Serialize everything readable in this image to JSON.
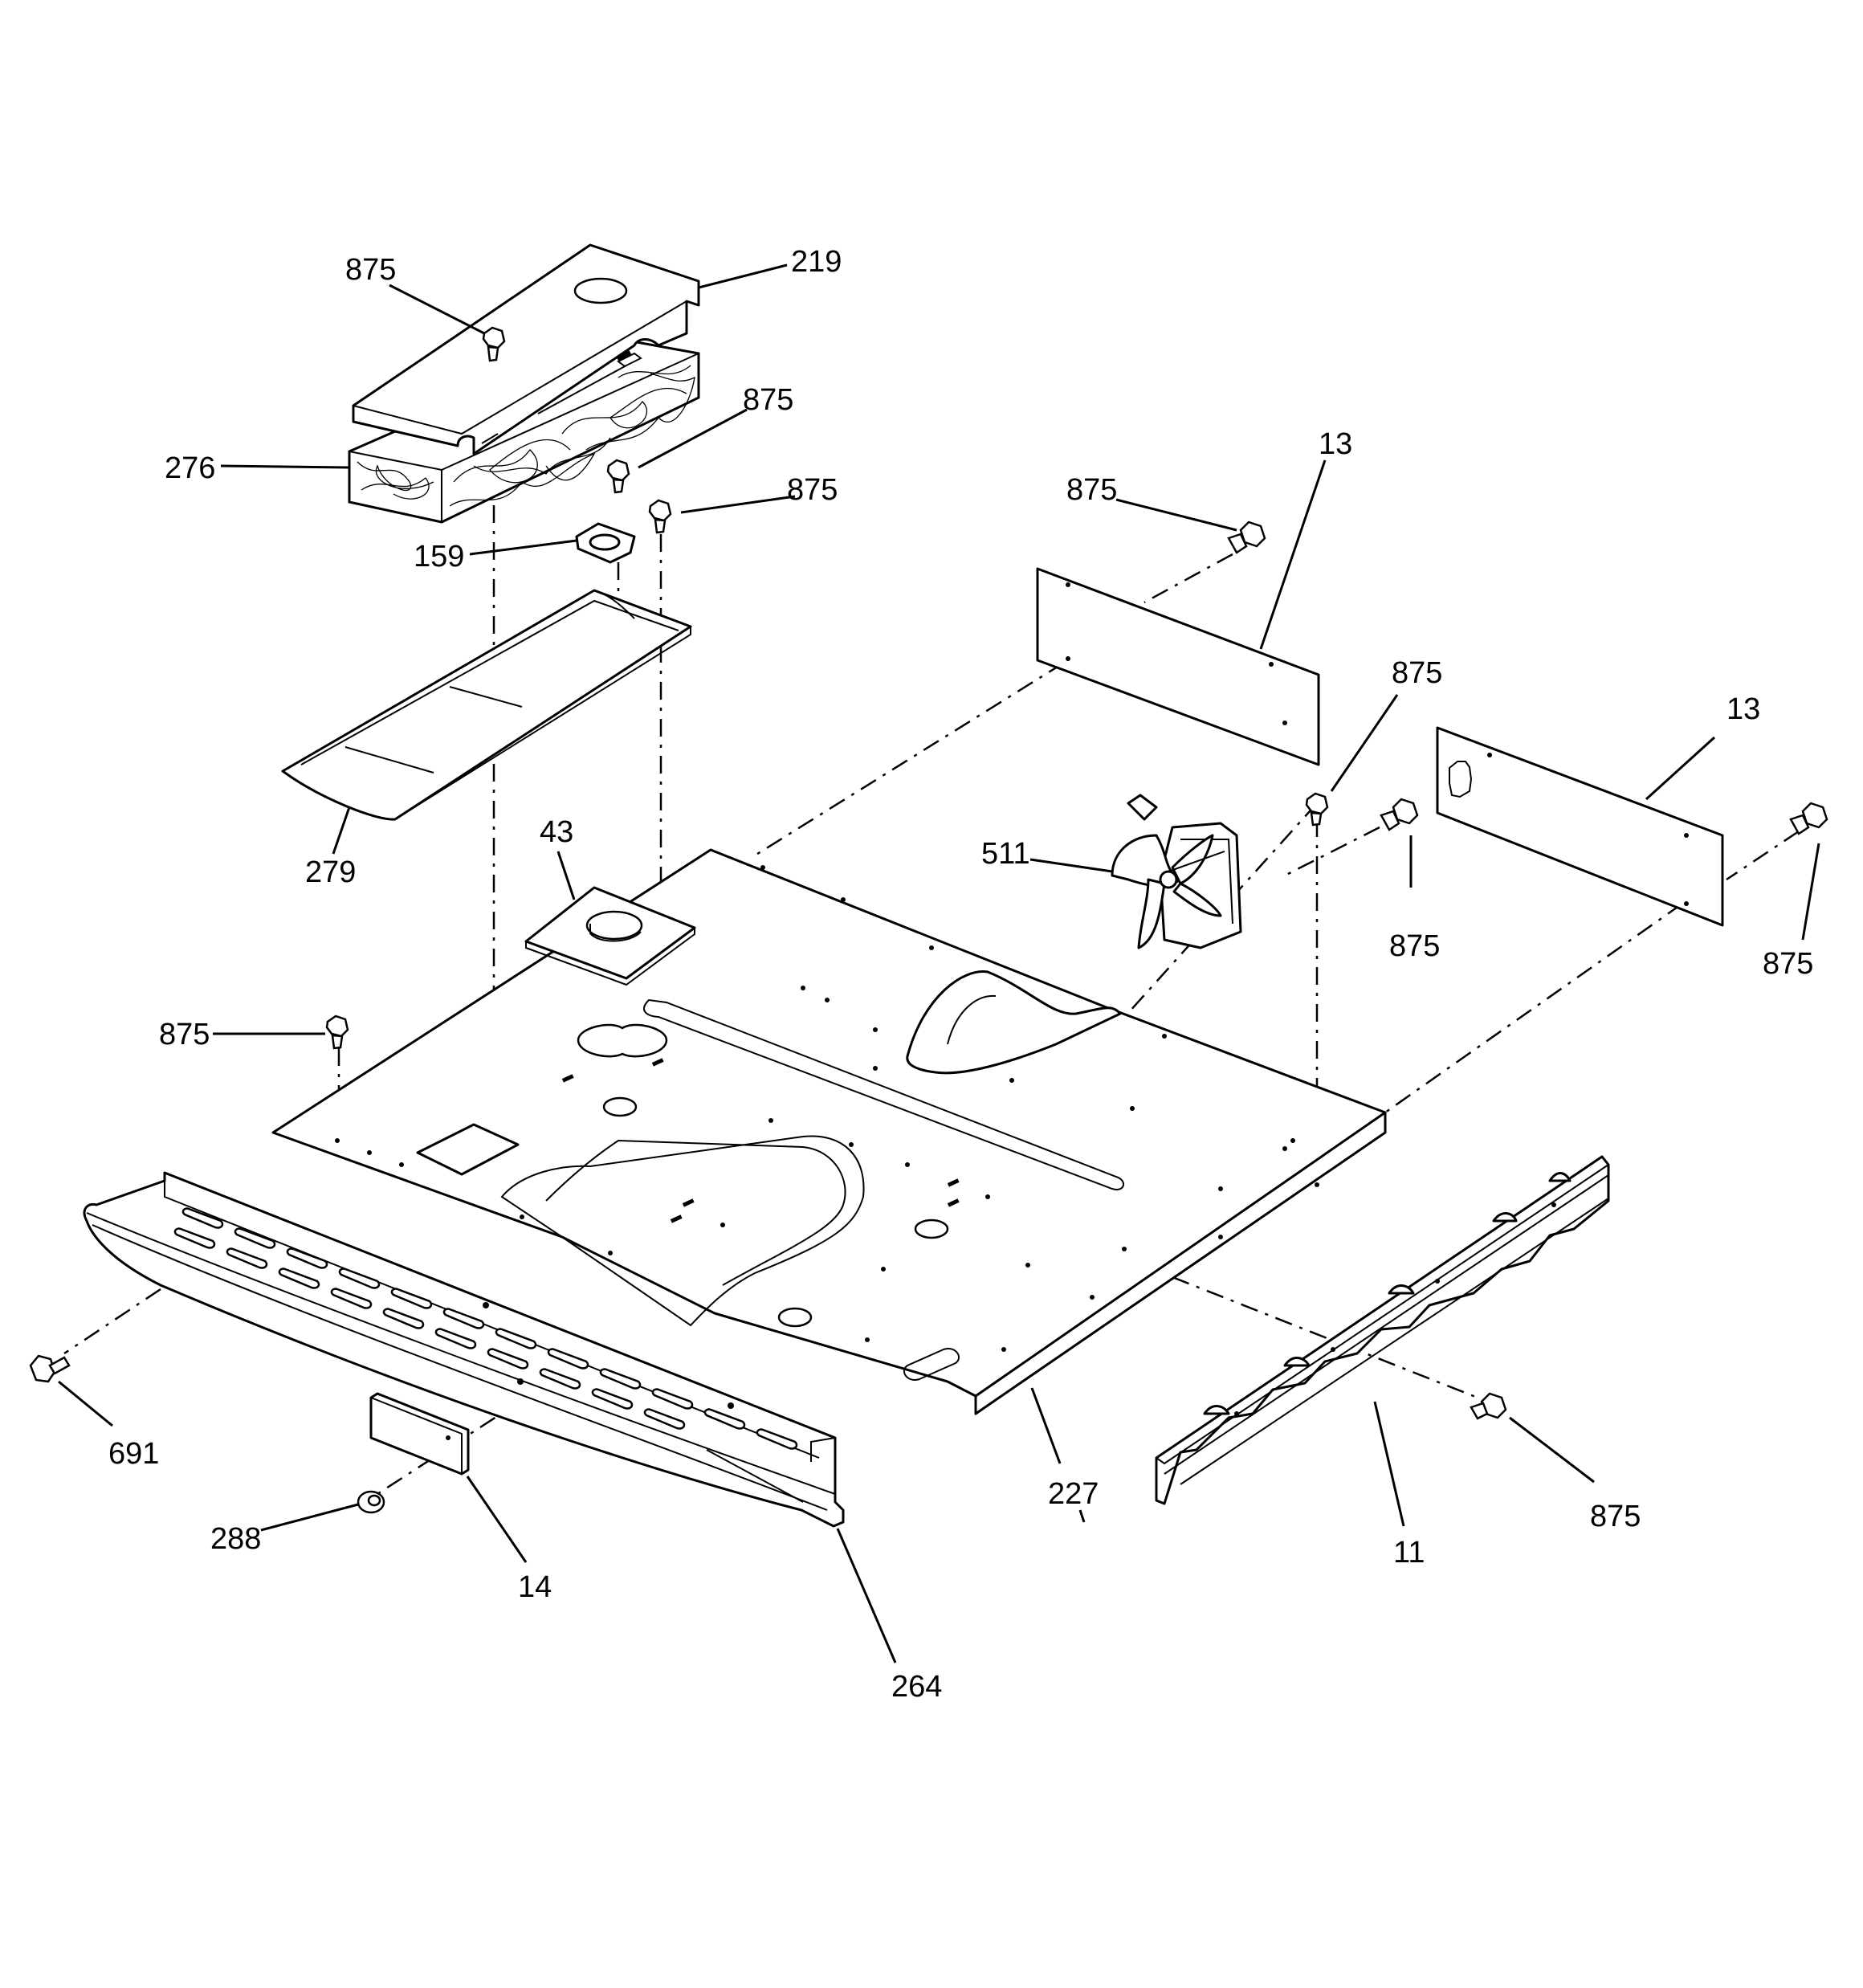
{
  "diagram": {
    "callouts": {
      "c875_top": "875",
      "c219": "219",
      "c276": "276",
      "c875_a": "875",
      "c875_b": "875",
      "c159": "159",
      "c279": "279",
      "c43": "43",
      "c875_left": "875",
      "c13_a": "13",
      "c875_panel": "875",
      "c875_mid": "875",
      "c13_b": "13",
      "c511": "511",
      "c875_r1": "875",
      "c875_r2": "875",
      "c691": "691",
      "c288": "288",
      "c14": "14",
      "c264": "264",
      "c227": "227",
      "c11": "11",
      "c875_bottom": "875"
    }
  }
}
